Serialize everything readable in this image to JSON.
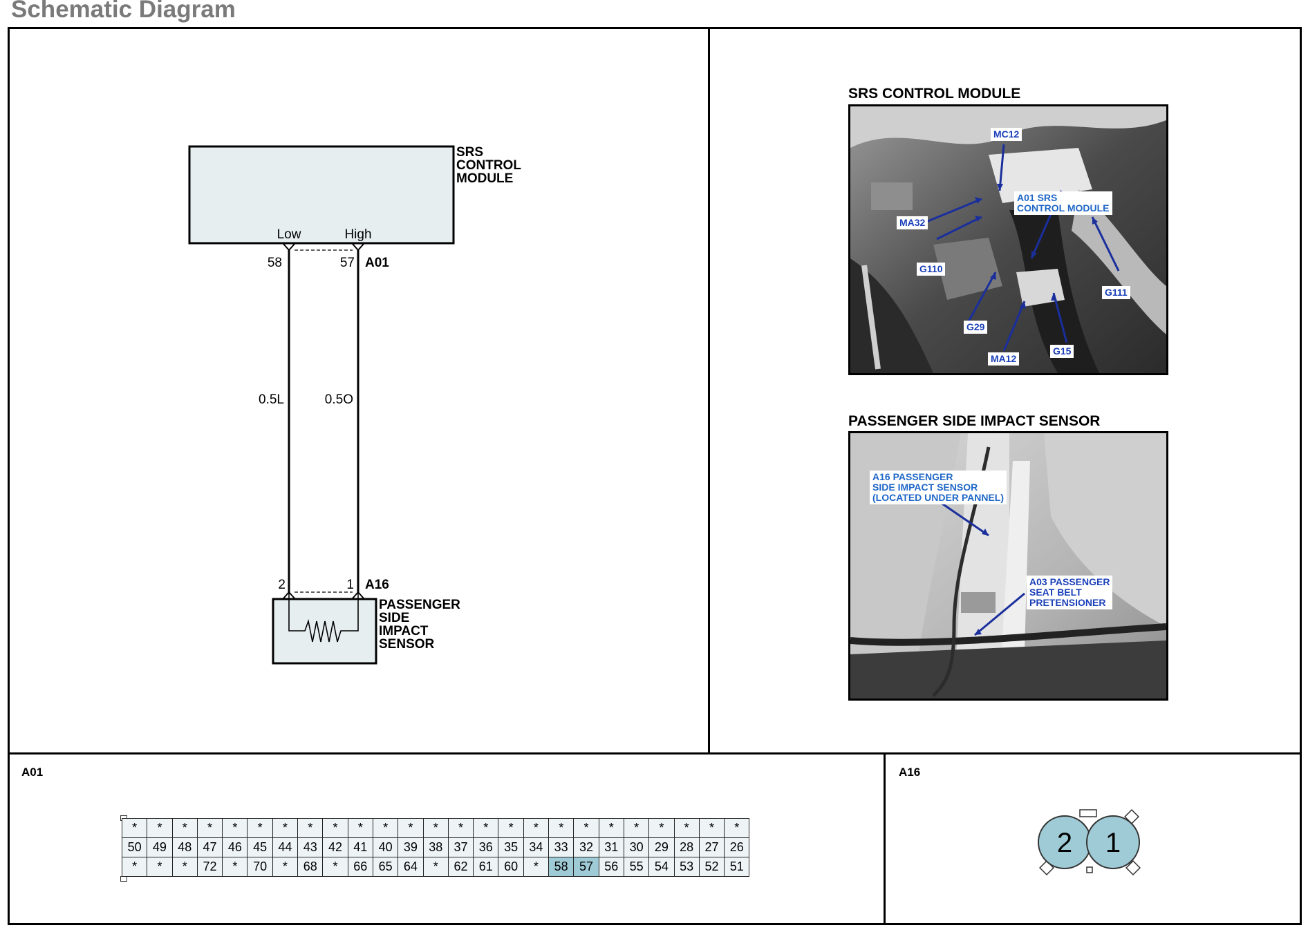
{
  "page": {
    "title": "Schematic Diagram"
  },
  "schematic": {
    "module": {
      "name_lines": [
        "SRS",
        "CONTROL",
        "MODULE"
      ],
      "pin_low_label": "Low",
      "pin_high_label": "High",
      "connector": "A01"
    },
    "sensor": {
      "name_lines": [
        "PASSENGER",
        "SIDE",
        "IMPACT",
        "SENSOR"
      ],
      "connector": "A16"
    },
    "wires": [
      {
        "module_pin": "58",
        "sensor_pin": "2",
        "wire_label": "0.5L"
      },
      {
        "module_pin": "57",
        "sensor_pin": "1",
        "wire_label": "0.5O"
      }
    ]
  },
  "photos": {
    "srs": {
      "title": "SRS CONTROL MODULE",
      "callouts": {
        "mc12": "MC12",
        "a01": "A01 SRS\nCONTROL MODULE",
        "ma32": "MA32",
        "g110": "G110",
        "g111": "G111",
        "g29": "G29",
        "ma12": "MA12",
        "g15": "G15"
      }
    },
    "sensor": {
      "title": "PASSENGER SIDE IMPACT SENSOR",
      "callouts": {
        "a16": "A16 PASSENGER\nSIDE IMPACT SENSOR\n(LOCATED UNDER PANNEL)",
        "a03": "A03 PASSENGER\nSEAT BELT\nPRETENSIONER"
      }
    }
  },
  "connectors": {
    "a01": {
      "label": "A01",
      "rows": [
        [
          "*",
          "*",
          "*",
          "*",
          "*",
          "*",
          "*",
          "*",
          "*",
          "*",
          "*",
          "*",
          "*",
          "*",
          "*",
          "*",
          "*",
          "*",
          "*",
          "*",
          "*",
          "*",
          "*",
          "*",
          "*"
        ],
        [
          "50",
          "49",
          "48",
          "47",
          "46",
          "45",
          "44",
          "43",
          "42",
          "41",
          "40",
          "39",
          "38",
          "37",
          "36",
          "35",
          "34",
          "33",
          "32",
          "31",
          "30",
          "29",
          "28",
          "27",
          "26"
        ],
        [
          "*",
          "*",
          "*",
          "72",
          "*",
          "70",
          "*",
          "68",
          "*",
          "66",
          "65",
          "64",
          "*",
          "62",
          "61",
          "60",
          "*",
          "58",
          "57",
          "56",
          "55",
          "54",
          "53",
          "52",
          "51"
        ]
      ],
      "highlighted_pins": [
        "58",
        "57"
      ],
      "highlight_color": "#9fcbd6"
    },
    "a16": {
      "label": "A16",
      "pins": [
        "2",
        "1"
      ],
      "pin_color": "#9fcbd6"
    }
  }
}
